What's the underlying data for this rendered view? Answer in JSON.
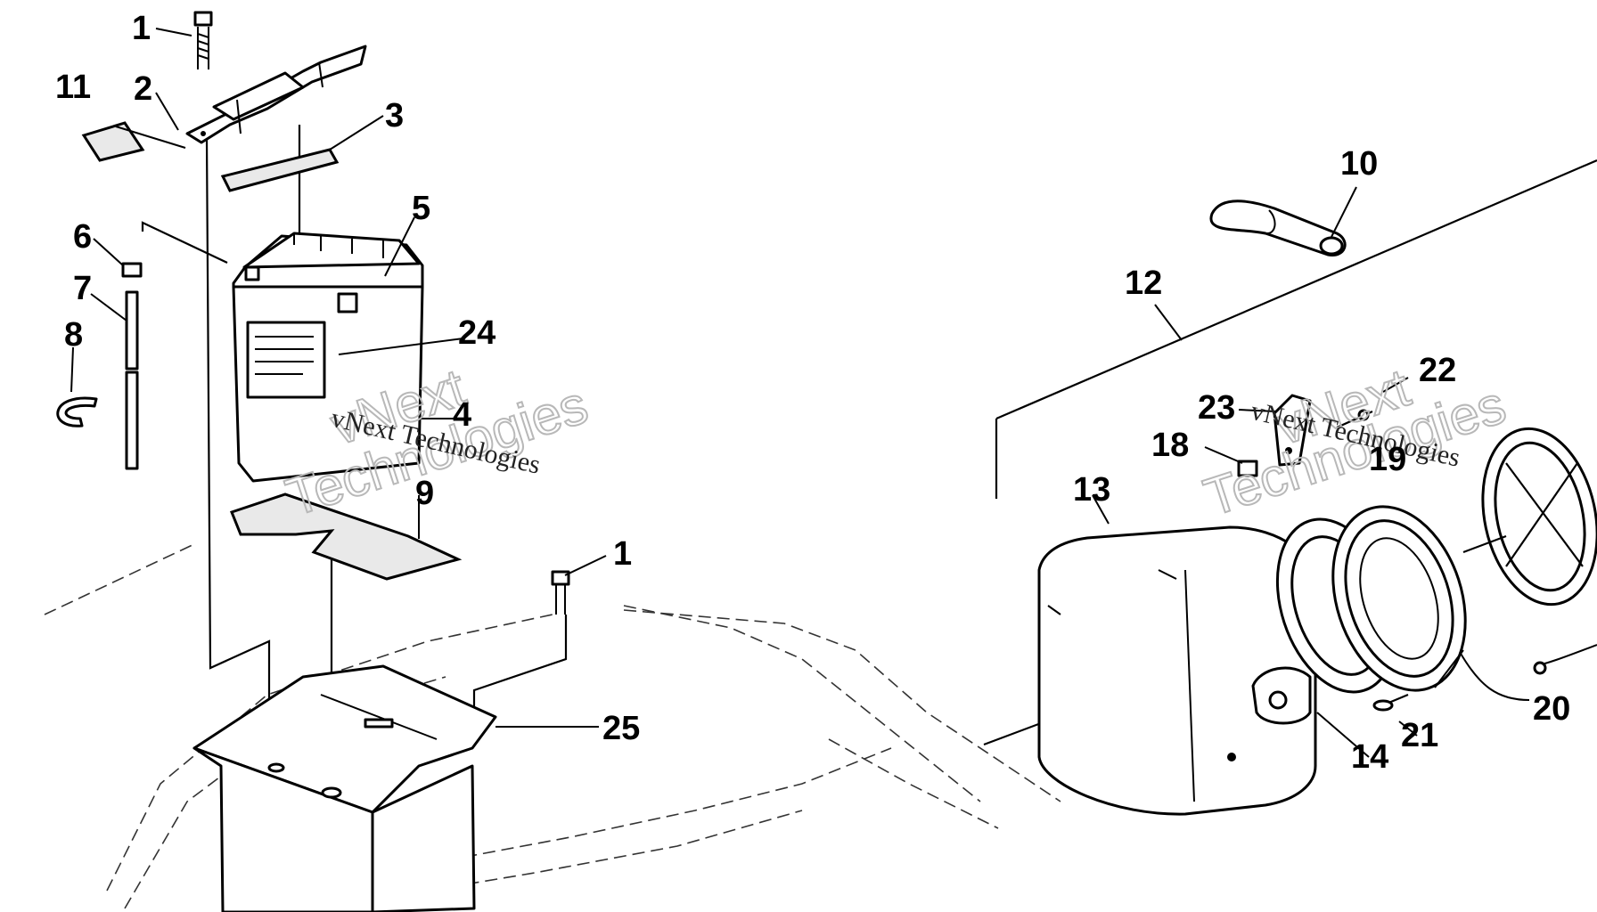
{
  "callouts": {
    "c1_top": "1",
    "c1_lower": "1",
    "c2": "2",
    "c3": "3",
    "c4": "4",
    "c5": "5",
    "c6": "6",
    "c7": "7",
    "c8": "8",
    "c9": "9",
    "c10": "10",
    "c11": "11",
    "c12": "12",
    "c13": "13",
    "c14": "14",
    "c18": "18",
    "c19": "19",
    "c20": "20",
    "c21": "21",
    "c22": "22",
    "c23": "23",
    "c24": "24",
    "c25": "25"
  },
  "watermarks": {
    "w1_line1": "vNext",
    "w1_line2": "Technologies",
    "w1_small": "vNext Technologies",
    "w2_line1": "vNext",
    "w2_line2": "Technologies",
    "w2_small": "vNext Technologies"
  }
}
